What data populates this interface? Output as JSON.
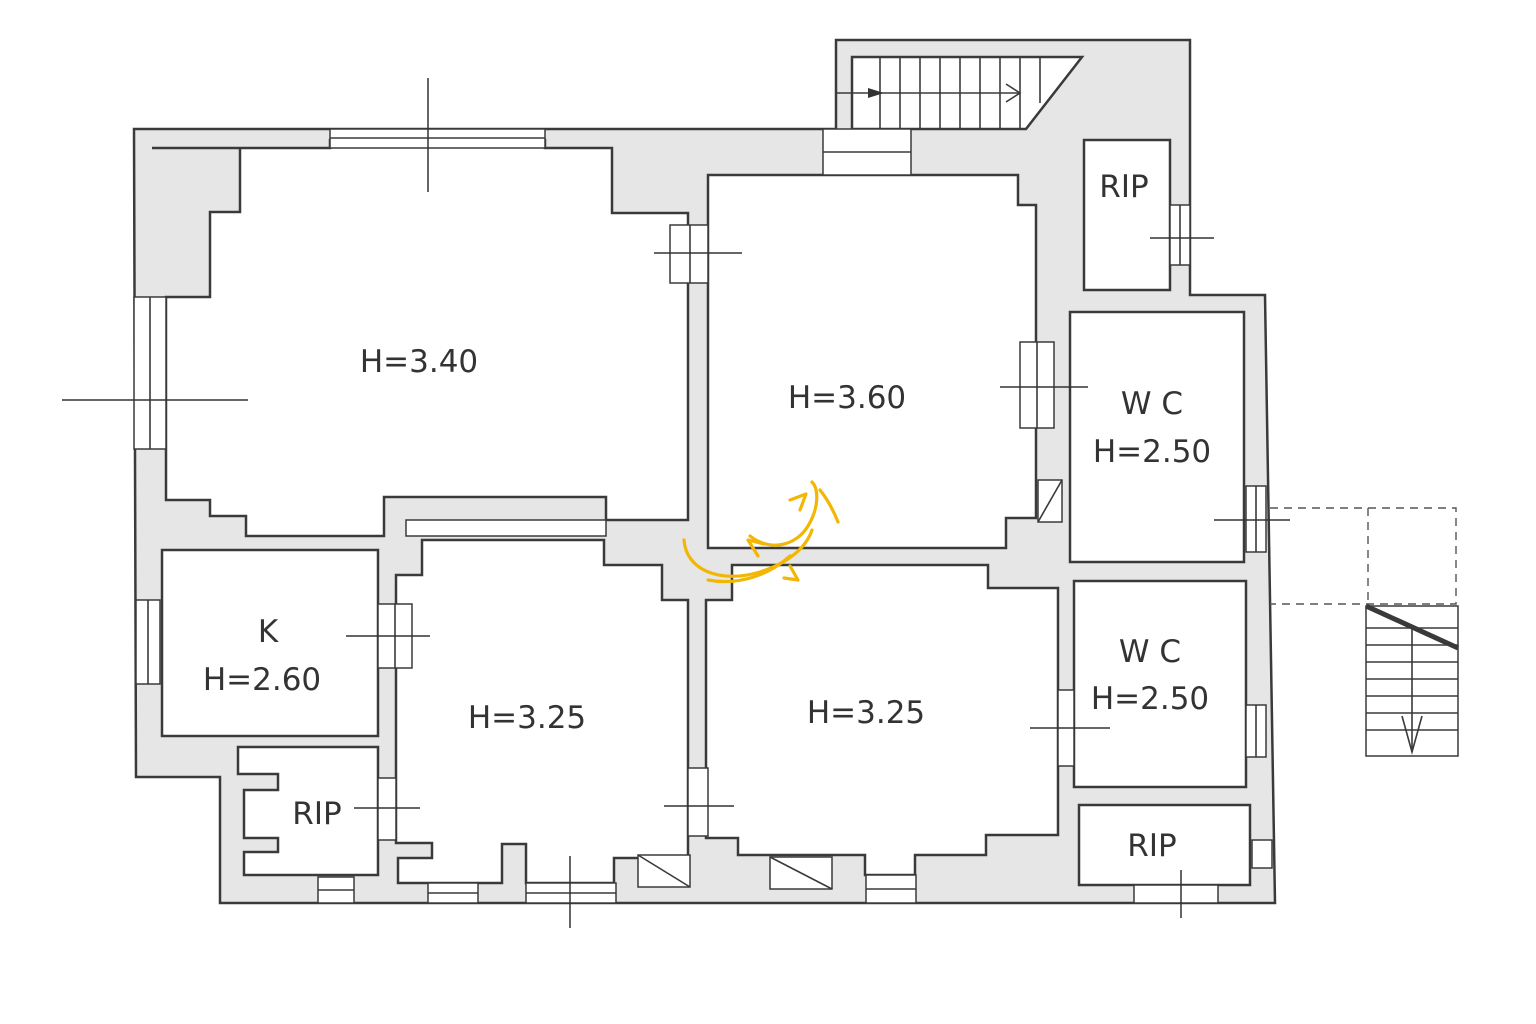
{
  "rooms": [
    {
      "id": "room-a",
      "label": "H=3.40"
    },
    {
      "id": "room-b",
      "label": "H=3.60"
    },
    {
      "id": "wc-1",
      "name": "W C",
      "label": "H=2.50"
    },
    {
      "id": "wc-2",
      "name": "W C",
      "label": "H=2.50"
    },
    {
      "id": "kitchen",
      "name": "K",
      "label": "H=2.60"
    },
    {
      "id": "room-c",
      "label": "H=3.25"
    },
    {
      "id": "room-d",
      "label": "H=3.25"
    }
  ],
  "storage": [
    {
      "id": "rip-top",
      "label": "RIP"
    },
    {
      "id": "rip-left",
      "label": "RIP"
    },
    {
      "id": "rip-right",
      "label": "RIP"
    }
  ],
  "colors": {
    "wall_fill": "#e6e6e6",
    "line": "#3a3a3a",
    "annotation": "#f2b705"
  }
}
